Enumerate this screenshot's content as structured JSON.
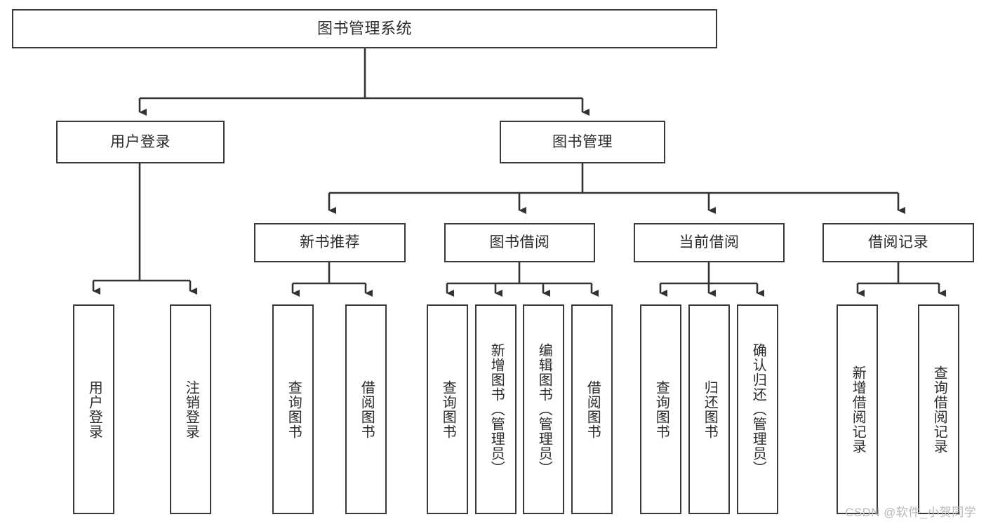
{
  "diagram": {
    "type": "tree",
    "title": "图书管理系统",
    "watermark": "CSDN @软件_小贺同学",
    "colors": {
      "border": "#3a3a3a",
      "line": "#333333",
      "text": "#2b2b2b",
      "background": "#ffffff",
      "watermark": "#b9b9b9"
    },
    "levels": {
      "root": {
        "label": "图书管理系统"
      },
      "level2": [
        {
          "label": "用户登录"
        },
        {
          "label": "图书管理"
        }
      ],
      "level3": [
        {
          "label": "新书推荐"
        },
        {
          "label": "图书借阅"
        },
        {
          "label": "当前借阅"
        },
        {
          "label": "借阅记录"
        }
      ],
      "leaves": [
        {
          "label": "用户登录",
          "parent": "用户登录"
        },
        {
          "label": "注销登录",
          "parent": "用户登录"
        },
        {
          "label": "查询图书",
          "parent": "新书推荐"
        },
        {
          "label": "借阅图书",
          "parent": "新书推荐"
        },
        {
          "label": "查询图书",
          "parent": "图书借阅"
        },
        {
          "label": "新增图书（管理员）",
          "parent": "图书借阅"
        },
        {
          "label": "编辑图书（管理员）",
          "parent": "图书借阅"
        },
        {
          "label": "借阅图书",
          "parent": "图书借阅"
        },
        {
          "label": "查询图书",
          "parent": "当前借阅"
        },
        {
          "label": "归还图书",
          "parent": "当前借阅"
        },
        {
          "label": "确认归还（管理员）",
          "parent": "当前借阅"
        },
        {
          "label": "新增借阅记录",
          "parent": "借阅记录"
        },
        {
          "label": "查询借阅记录",
          "parent": "借阅记录"
        }
      ]
    }
  }
}
